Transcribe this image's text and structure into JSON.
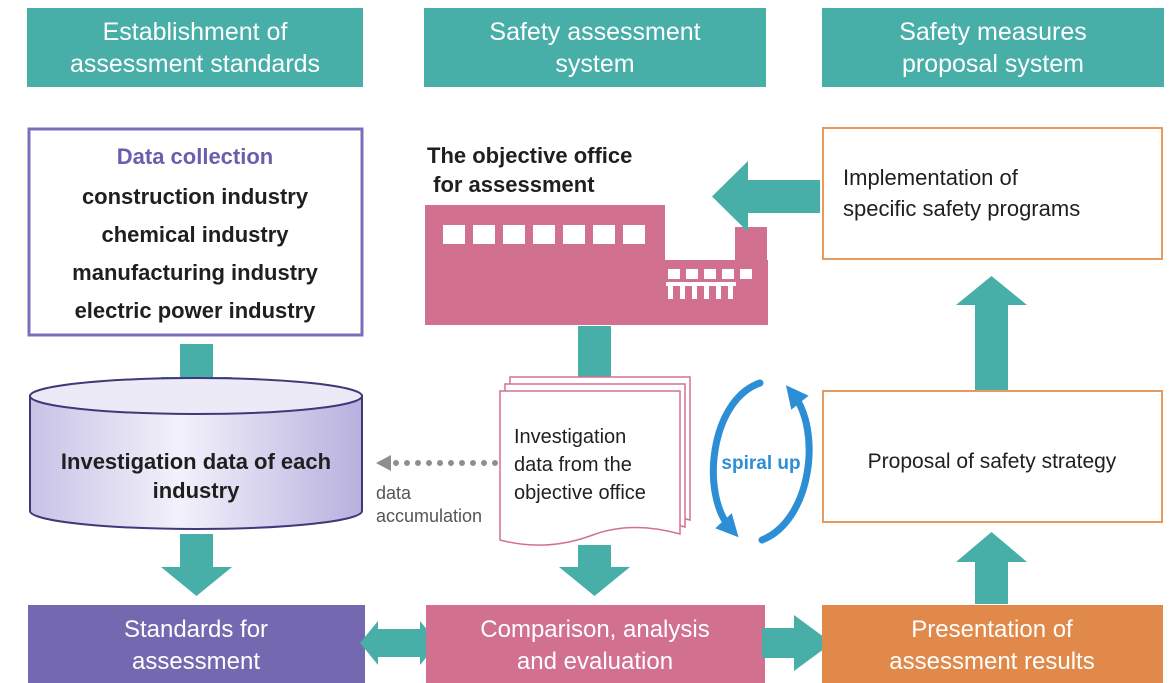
{
  "colors": {
    "teal": "#48AEA8",
    "purple": "#7468B0",
    "pink": "#D27090",
    "orange": "#E0894A",
    "orange_border": "#E89A5C",
    "purple_border": "#7E6DB8",
    "spiral_blue": "#2C8FD6",
    "gray_dots": "#8E8E8E"
  },
  "headers": {
    "col1": [
      "Establishment of",
      "assessment standards"
    ],
    "col2": [
      "Safety assessment",
      "system"
    ],
    "col3": [
      "Safety measures",
      "proposal system"
    ]
  },
  "data_collection": {
    "title": "Data collection",
    "items": [
      "construction industry",
      "chemical industry",
      "manufacturing industry",
      "electric power industry"
    ]
  },
  "database": {
    "label": [
      "Investigation data of each",
      "industry"
    ]
  },
  "office": {
    "label": [
      "The objective office",
      " for assessment"
    ],
    "icon": "factory-icon"
  },
  "documents": {
    "label": [
      "Investigation",
      "data from the",
      "objective office"
    ]
  },
  "accumulation": {
    "label": [
      "data",
      "accumulation"
    ]
  },
  "spiral": {
    "label": "spiral up"
  },
  "implementation": {
    "label": [
      "Implementation of",
      "specific safety programs"
    ]
  },
  "proposal": {
    "label": "Proposal of safety strategy"
  },
  "bottom": {
    "standards": [
      "Standards for",
      "assessment"
    ],
    "comparison": [
      "Comparison, analysis",
      "and evaluation"
    ],
    "presentation": [
      "Presentation of",
      "assessment results"
    ]
  }
}
